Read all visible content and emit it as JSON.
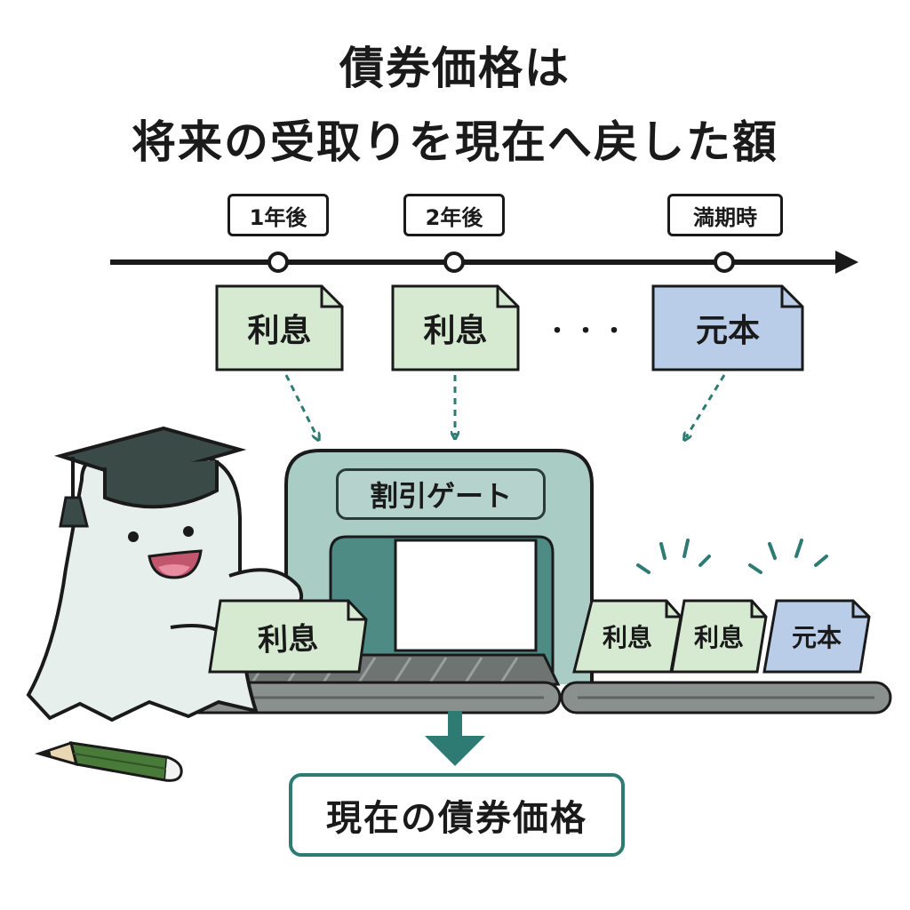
{
  "title": {
    "line1": "債券価格は",
    "line2": "将来の受取りを現在へ戻した額"
  },
  "timeline": {
    "labels": [
      "1年後",
      "2年後",
      "満期時"
    ],
    "cashflows": [
      "利息",
      "利息",
      "元本"
    ],
    "ellipsis": "・・・"
  },
  "gate": {
    "label": "割引ゲート"
  },
  "conveyor": {
    "entering": "利息",
    "waiting": [
      "利息",
      "利息",
      "元本"
    ]
  },
  "result": {
    "label": "現在の債券価格"
  },
  "colors": {
    "interest_fill": "#d6ead2",
    "principal_fill": "#b9cde8",
    "gate_fill": "#a9ccc5",
    "accent_teal": "#2e7b73",
    "outline": "#1a1a1a"
  }
}
